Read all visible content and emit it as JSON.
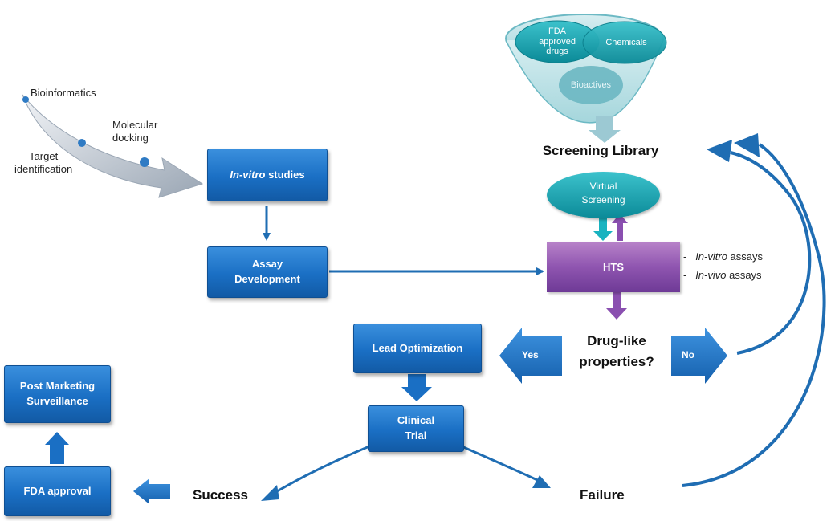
{
  "colors": {
    "box_blue": "#1a6fc4",
    "arrow_blue": "#1f6db3",
    "hts_purple": "#8f55b0",
    "funnel_teal": "#7cc3cc",
    "oval_teal": "#1aa0ad"
  },
  "funnel": {
    "fda_drugs": [
      "FDA",
      "approved",
      "drugs"
    ],
    "chemicals": "Chemicals",
    "bioactives": "Bioactives"
  },
  "bioinformatics_arrow": {
    "bioinformatics": "Bioinformatics",
    "molecular_docking": [
      "Molecular",
      "docking"
    ],
    "target_identification": [
      "Target",
      "identification"
    ]
  },
  "boxes": {
    "in_vitro_studies": {
      "italic": "In-vitro",
      "rest": " studies"
    },
    "assay_development": [
      "Assay",
      "Development"
    ],
    "lead_optimization": "Lead Optimization",
    "clinical_trial": [
      "Clinical",
      "Trial"
    ],
    "post_marketing": [
      "Post Marketing",
      "Surveillance"
    ],
    "fda_approval": "FDA approval"
  },
  "screening_library": "Screening Library",
  "virtual_screening": [
    "Virtual",
    "Screening"
  ],
  "hts": {
    "label": "HTS",
    "assays": [
      {
        "prefix": "-",
        "italic": "In-vitro",
        "rest": " assays"
      },
      {
        "prefix": "-",
        "italic": "In-vivo",
        "rest": " assays"
      }
    ]
  },
  "decision": [
    "Drug-like",
    "properties?"
  ],
  "yes": "Yes",
  "no": "No",
  "outcomes": {
    "success": "Success",
    "failure": "Failure"
  }
}
